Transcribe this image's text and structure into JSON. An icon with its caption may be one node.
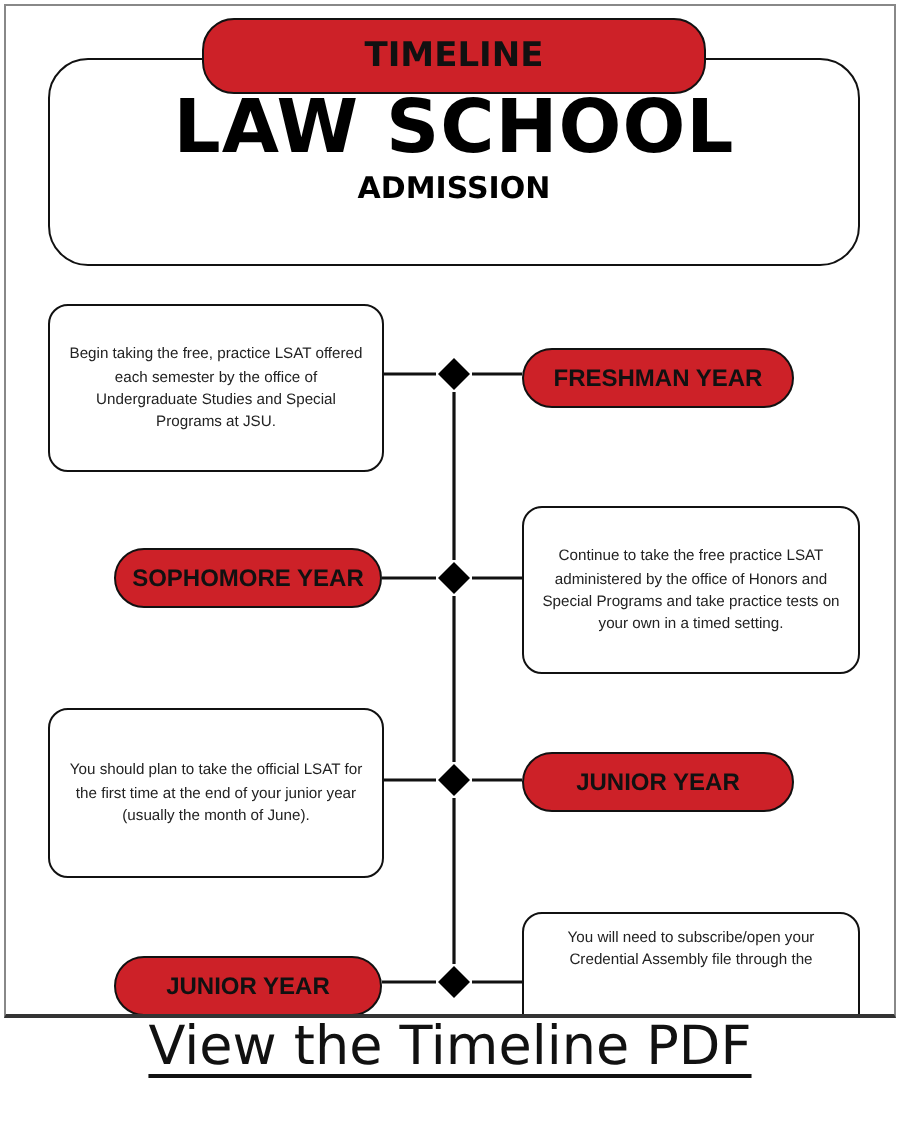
{
  "diagram": {
    "caption": "View the Timeline PDF",
    "nodes": [
      {
        "text": [
          "TIMELINE"
        ]
      },
      {
        "text": [
          "LAW SCHOOL",
          "ADMISSION"
        ]
      },
      {
        "text": [
          "Begin taking the free, practice LSAT offered each semester by the office of Undergraduate Studies and Special Programs at JSU."
        ]
      },
      {
        "text": [],
        "shape": "diamond"
      },
      {
        "text": [
          "FRESHMAN YEAR"
        ]
      },
      {
        "text": [
          "SOPHOMORE YEAR"
        ]
      },
      {
        "text": [],
        "shape": "diamond"
      },
      {
        "text": [
          "Continue to take the free practice LSAT administered by the office of Honors and Special Programs and take practice tests on your own in a timed setting."
        ]
      },
      {
        "text": [
          "You should plan to take the official LSAT for the first time at the end of your junior year (usually the month of June)."
        ]
      },
      {
        "text": [],
        "shape": "diamond"
      },
      {
        "text": [
          "JUNIOR YEAR"
        ]
      },
      {
        "text": [
          "JUNIOR YEAR"
        ]
      },
      {
        "text": [],
        "shape": "diamond"
      },
      {
        "text": [
          "You will need to subscribe/open your Credential Assembly file through the"
        ]
      }
    ],
    "edges": [
      {
        "from": 2,
        "to": 3,
        "arrow": "none"
      },
      {
        "from": 3,
        "to": 4,
        "arrow": "none"
      },
      {
        "from": 5,
        "to": 6,
        "arrow": "none"
      },
      {
        "from": 6,
        "to": 7,
        "arrow": "none"
      },
      {
        "from": 8,
        "to": 9,
        "arrow": "none"
      },
      {
        "from": 9,
        "to": 10,
        "arrow": "none"
      },
      {
        "from": 11,
        "to": 12,
        "arrow": "none"
      },
      {
        "from": 12,
        "to": 13,
        "arrow": "none"
      },
      {
        "from": 3,
        "to": 6,
        "arrow": "none"
      },
      {
        "from": 6,
        "to": 9,
        "arrow": "none"
      },
      {
        "from": 9,
        "to": 12,
        "arrow": "none"
      }
    ]
  }
}
